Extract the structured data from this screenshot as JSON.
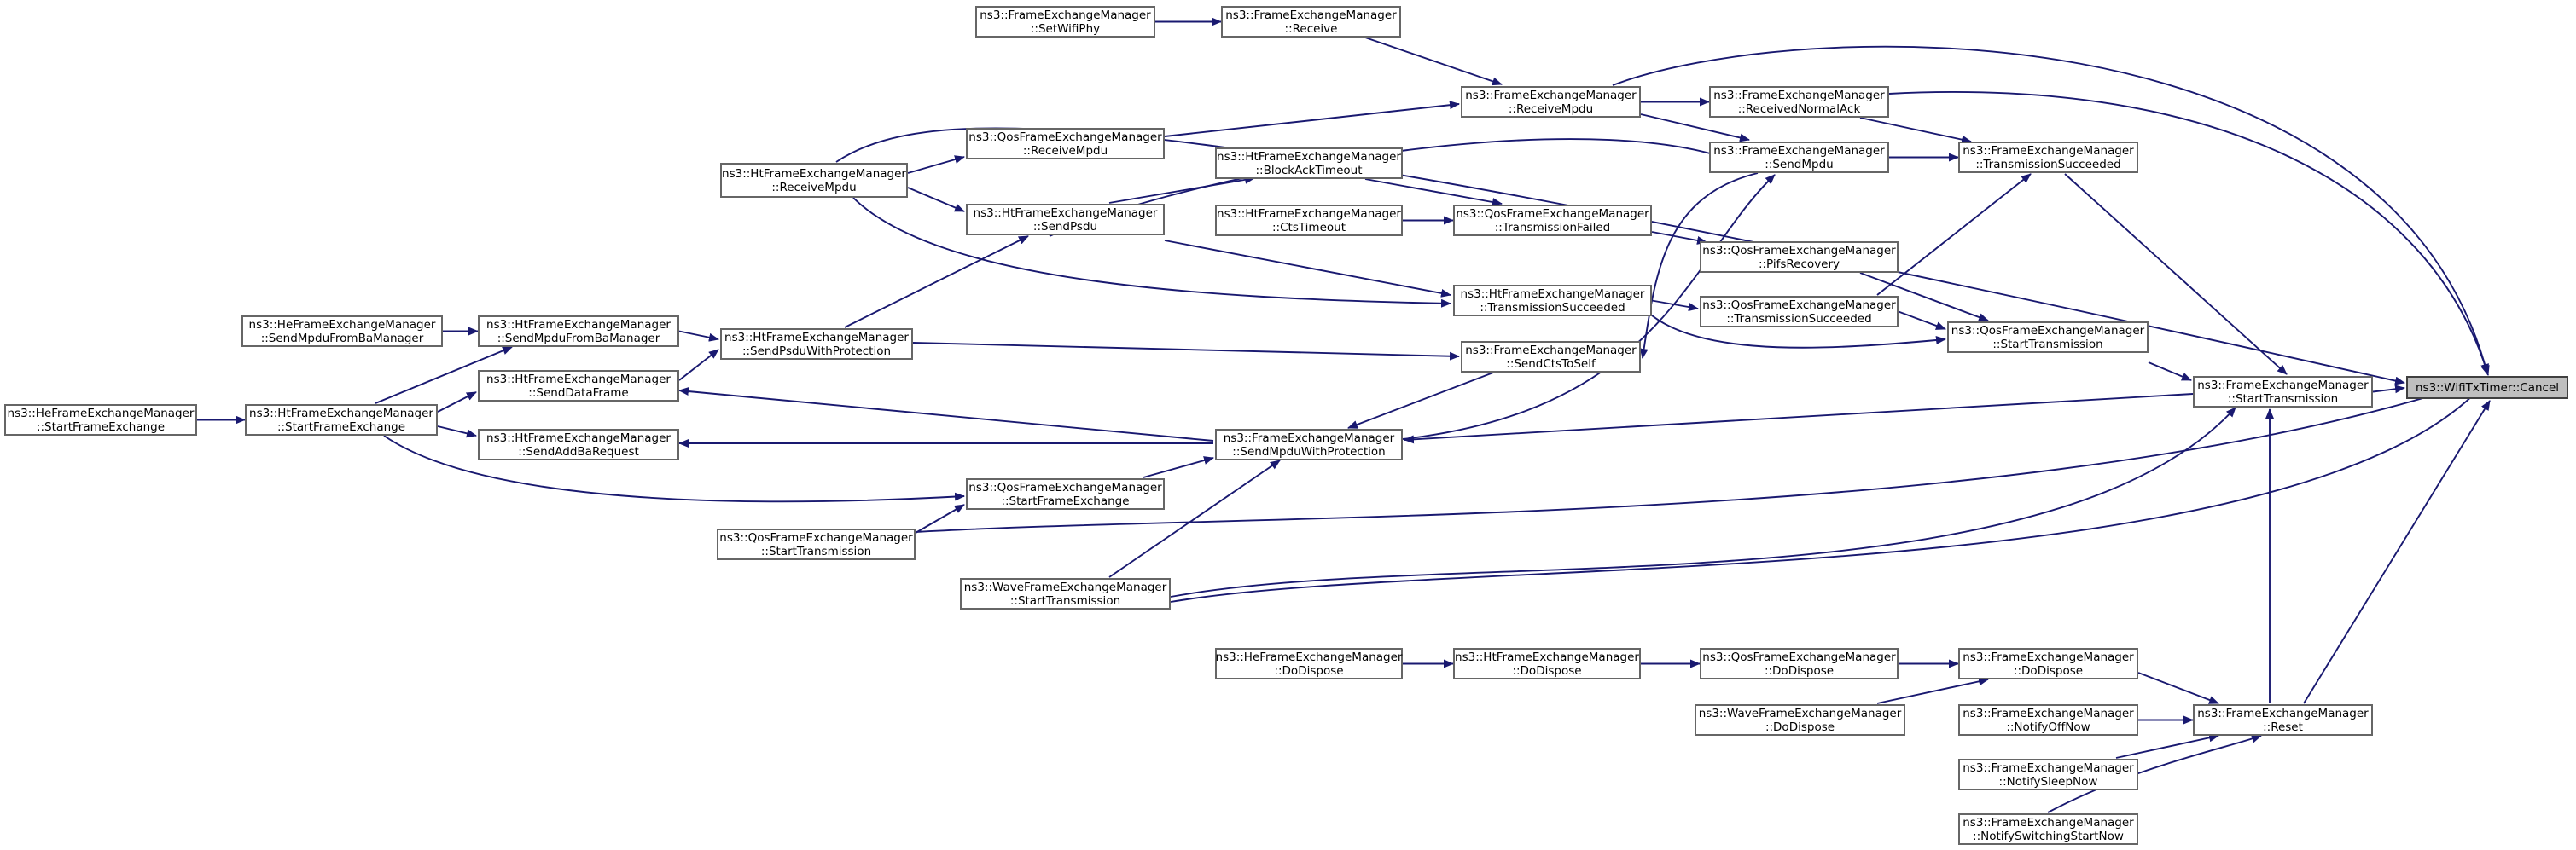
{
  "colors": {
    "edge": "#191970",
    "node_border": "#666666",
    "root_fill": "#bfbfbf",
    "background": "#ffffff"
  },
  "nodes": {
    "root": {
      "l1": "ns3::WifiTxTimer::Cancel",
      "l2": ""
    },
    "fem_setwifiphy": {
      "l1": "ns3::FrameExchangeManager",
      "l2": "::SetWifiPhy"
    },
    "fem_receive": {
      "l1": "ns3::FrameExchangeManager",
      "l2": "::Receive"
    },
    "fem_receivempdu": {
      "l1": "ns3::FrameExchangeManager",
      "l2": "::ReceiveMpdu"
    },
    "fem_receivednormalack": {
      "l1": "ns3::FrameExchangeManager",
      "l2": "::ReceivedNormalAck"
    },
    "qos_receivempdu": {
      "l1": "ns3::QosFrameExchangeManager",
      "l2": "::ReceiveMpdu"
    },
    "ht_receivempdu": {
      "l1": "ns3::HtFrameExchangeManager",
      "l2": "::ReceiveMpdu"
    },
    "ht_blockacktimeout": {
      "l1": "ns3::HtFrameExchangeManager",
      "l2": "::BlockAckTimeout"
    },
    "fem_sendmpdu": {
      "l1": "ns3::FrameExchangeManager",
      "l2": "::SendMpdu"
    },
    "fem_transmissionsucceeded": {
      "l1": "ns3::FrameExchangeManager",
      "l2": "::TransmissionSucceeded"
    },
    "ht_sendpsdu": {
      "l1": "ns3::HtFrameExchangeManager",
      "l2": "::SendPsdu"
    },
    "ht_ctstimeout": {
      "l1": "ns3::HtFrameExchangeManager",
      "l2": "::CtsTimeout"
    },
    "qos_transmissionfailed": {
      "l1": "ns3::QosFrameExchangeManager",
      "l2": "::TransmissionFailed"
    },
    "qos_pifsrecovery": {
      "l1": "ns3::QosFrameExchangeManager",
      "l2": "::PifsRecovery"
    },
    "he_sendmpdufrombamanager": {
      "l1": "ns3::HeFrameExchangeManager",
      "l2": "::SendMpduFromBaManager"
    },
    "ht_sendmpdufrombamanager": {
      "l1": "ns3::HtFrameExchangeManager",
      "l2": "::SendMpduFromBaManager"
    },
    "ht_sendpsduwithprotection": {
      "l1": "ns3::HtFrameExchangeManager",
      "l2": "::SendPsduWithProtection"
    },
    "ht_transmissionsucceeded": {
      "l1": "ns3::HtFrameExchangeManager",
      "l2": "::TransmissionSucceeded"
    },
    "qos_transmissionsucceeded": {
      "l1": "ns3::QosFrameExchangeManager",
      "l2": "::TransmissionSucceeded"
    },
    "qos_starttransmission_b": {
      "l1": "ns3::QosFrameExchangeManager",
      "l2": "::StartTransmission"
    },
    "he_startframeexchange": {
      "l1": "ns3::HeFrameExchangeManager",
      "l2": "::StartFrameExchange"
    },
    "ht_startframeexchange": {
      "l1": "ns3::HtFrameExchangeManager",
      "l2": "::StartFrameExchange"
    },
    "ht_senddataframe": {
      "l1": "ns3::HtFrameExchangeManager",
      "l2": "::SendDataFrame"
    },
    "fem_sendctstoself": {
      "l1": "ns3::FrameExchangeManager",
      "l2": "::SendCtsToSelf"
    },
    "fem_starttransmission": {
      "l1": "ns3::FrameExchangeManager",
      "l2": "::StartTransmission"
    },
    "ht_sendaddbarequest": {
      "l1": "ns3::HtFrameExchangeManager",
      "l2": "::SendAddBaRequest"
    },
    "fem_sendmpduwithprotection": {
      "l1": "ns3::FrameExchangeManager",
      "l2": "::SendMpduWithProtection"
    },
    "qos_startframeexchange": {
      "l1": "ns3::QosFrameExchangeManager",
      "l2": "::StartFrameExchange"
    },
    "qos_starttransmission_a": {
      "l1": "ns3::QosFrameExchangeManager",
      "l2": "::StartTransmission"
    },
    "wave_starttransmission": {
      "l1": "ns3::WaveFrameExchangeManager",
      "l2": "::StartTransmission"
    },
    "he_dodispose": {
      "l1": "ns3::HeFrameExchangeManager",
      "l2": "::DoDispose"
    },
    "ht_dodispose": {
      "l1": "ns3::HtFrameExchangeManager",
      "l2": "::DoDispose"
    },
    "qos_dodispose": {
      "l1": "ns3::QosFrameExchangeManager",
      "l2": "::DoDispose"
    },
    "fem_dodispose": {
      "l1": "ns3::FrameExchangeManager",
      "l2": "::DoDispose"
    },
    "wave_dodispose": {
      "l1": "ns3::WaveFrameExchangeManager",
      "l2": "::DoDispose"
    },
    "fem_notifyoffnow": {
      "l1": "ns3::FrameExchangeManager",
      "l2": "::NotifyOffNow"
    },
    "fem_reset": {
      "l1": "ns3::FrameExchangeManager",
      "l2": "::Reset"
    },
    "fem_notifysleepnow": {
      "l1": "ns3::FrameExchangeManager",
      "l2": "::NotifySleepNow"
    },
    "fem_notifyswitchingstartnow": {
      "l1": "ns3::FrameExchangeManager",
      "l2": "::NotifySwitchingStartNow"
    }
  }
}
